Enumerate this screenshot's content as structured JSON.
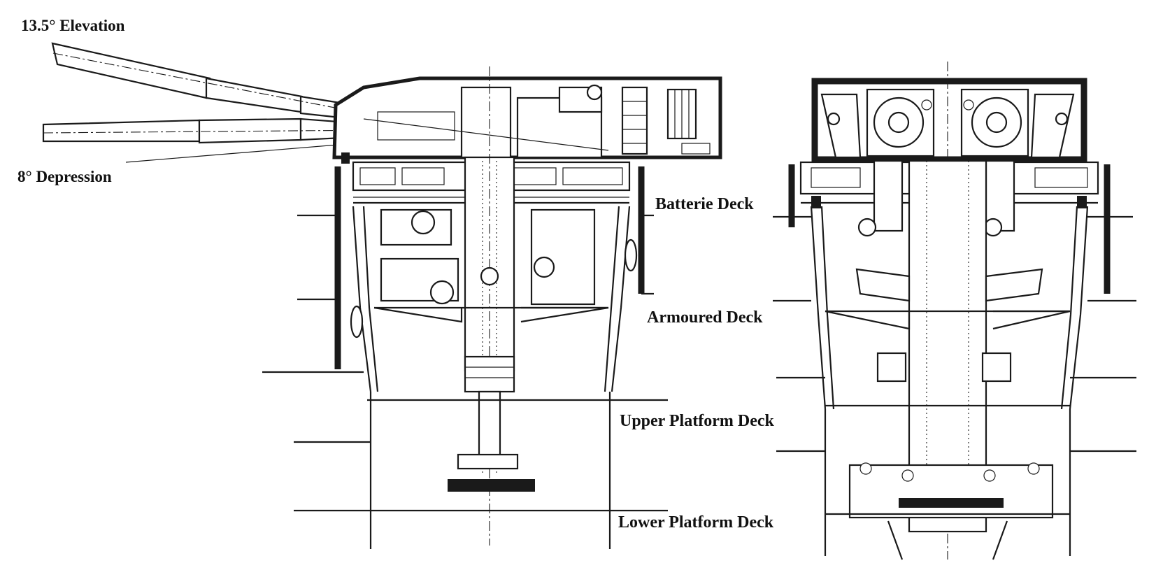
{
  "labels": {
    "elevation": "13.5° Elevation",
    "depression": "8° Depression",
    "batterie_deck": "Batterie Deck",
    "armoured_deck": "Armoured Deck",
    "upper_platform_deck": "Upper Platform Deck",
    "lower_platform_deck": "Lower Platform Deck"
  },
  "colors": {
    "ink": "#1a1a1a",
    "paper": "#ffffff"
  }
}
